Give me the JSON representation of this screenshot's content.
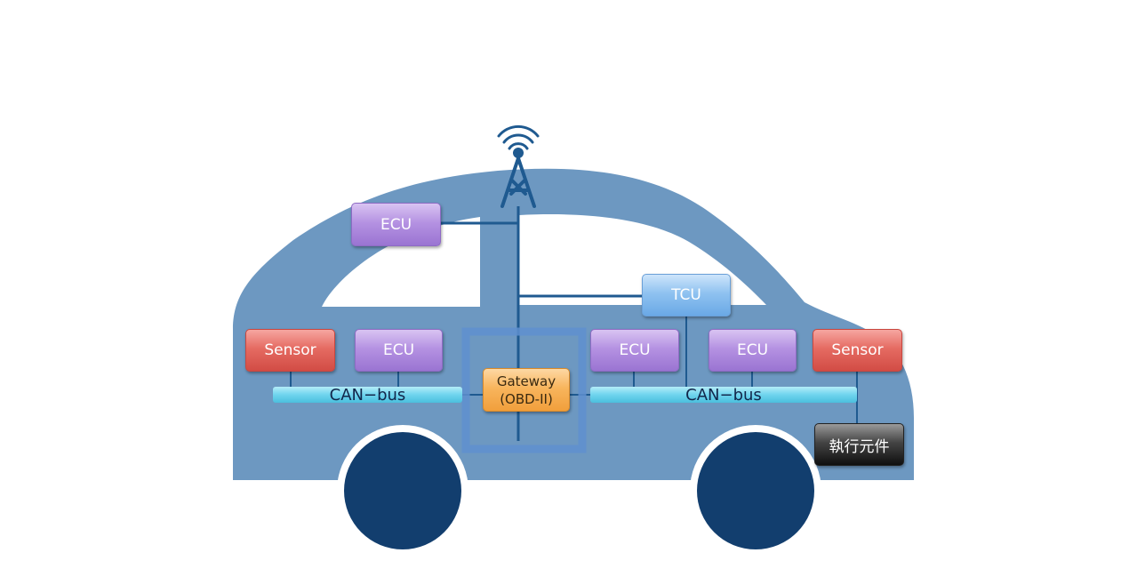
{
  "nodes": {
    "ecu_top": "ECU",
    "tcu": "TCU",
    "sensor_left": "Sensor",
    "ecu_left": "ECU",
    "ecu_mid": "ECU",
    "ecu_right": "ECU",
    "sensor_right": "Sensor",
    "gateway_line1": "Gateway",
    "gateway_line2": "(OBD-II)",
    "actuator": "執行元件"
  },
  "buses": {
    "left": "CAN−bus",
    "right": "CAN−bus"
  },
  "colors": {
    "car_body": "#6d98c1",
    "wheel": "#123e6e",
    "wiring": "#1f5a90",
    "ecu": "#b592e2",
    "sensor": "#e56b62",
    "tcu": "#8fc2f0",
    "gateway": "#f8b55d",
    "bus": "#6fd4ee",
    "actuator": "#333333"
  }
}
